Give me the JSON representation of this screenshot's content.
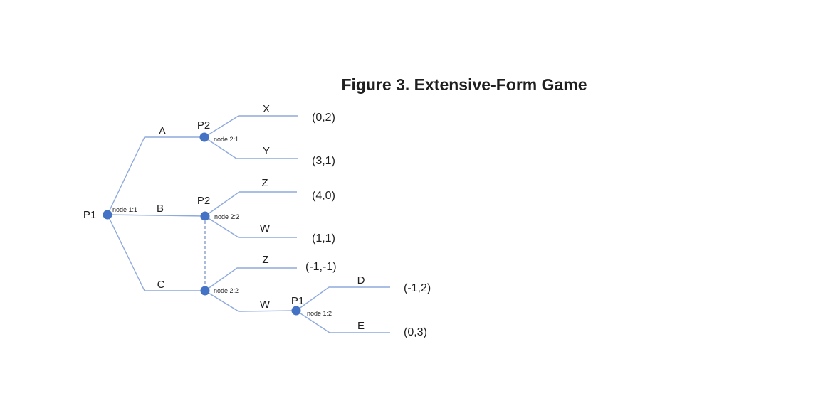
{
  "title": "Figure 3. Extensive-Form Game",
  "colors": {
    "node": "#4472c4",
    "edge": "#8faadc",
    "info_set": "#7e96c8",
    "text": "#1f1f1f",
    "background": "#ffffff"
  },
  "tree": {
    "type": "extensive_form_game_tree",
    "nodes": [
      {
        "player": "P1",
        "tag": "node 1:1"
      },
      {
        "player": "P2",
        "tag": "node 2:1"
      },
      {
        "player": "P2",
        "tag": "node 2:2"
      },
      {
        "player": "",
        "tag": "node 2:2"
      },
      {
        "player": "P1",
        "tag": "node 1:2"
      }
    ],
    "edges": [
      {
        "label": "A",
        "from": 0,
        "to": 1
      },
      {
        "label": "B",
        "from": 0,
        "to": 2
      },
      {
        "label": "C",
        "from": 0,
        "to": 3
      },
      {
        "label": "X",
        "from": 1,
        "payoff": "(0,2)"
      },
      {
        "label": "Y",
        "from": 1,
        "payoff": "(3,1)"
      },
      {
        "label": "Z",
        "from": 2,
        "payoff": "(4,0)"
      },
      {
        "label": "W",
        "from": 2,
        "payoff": "(1,1)"
      },
      {
        "label": "Z",
        "from": 3,
        "payoff": "(-1,-1)"
      },
      {
        "label": "W",
        "from": 3,
        "to": 4
      },
      {
        "label": "D",
        "from": 4,
        "payoff": "(-1,2)"
      },
      {
        "label": "E",
        "from": 4,
        "payoff": "(0,3)"
      }
    ],
    "information_set": {
      "between_nodes": [
        2,
        3
      ],
      "style": "dashed"
    }
  }
}
